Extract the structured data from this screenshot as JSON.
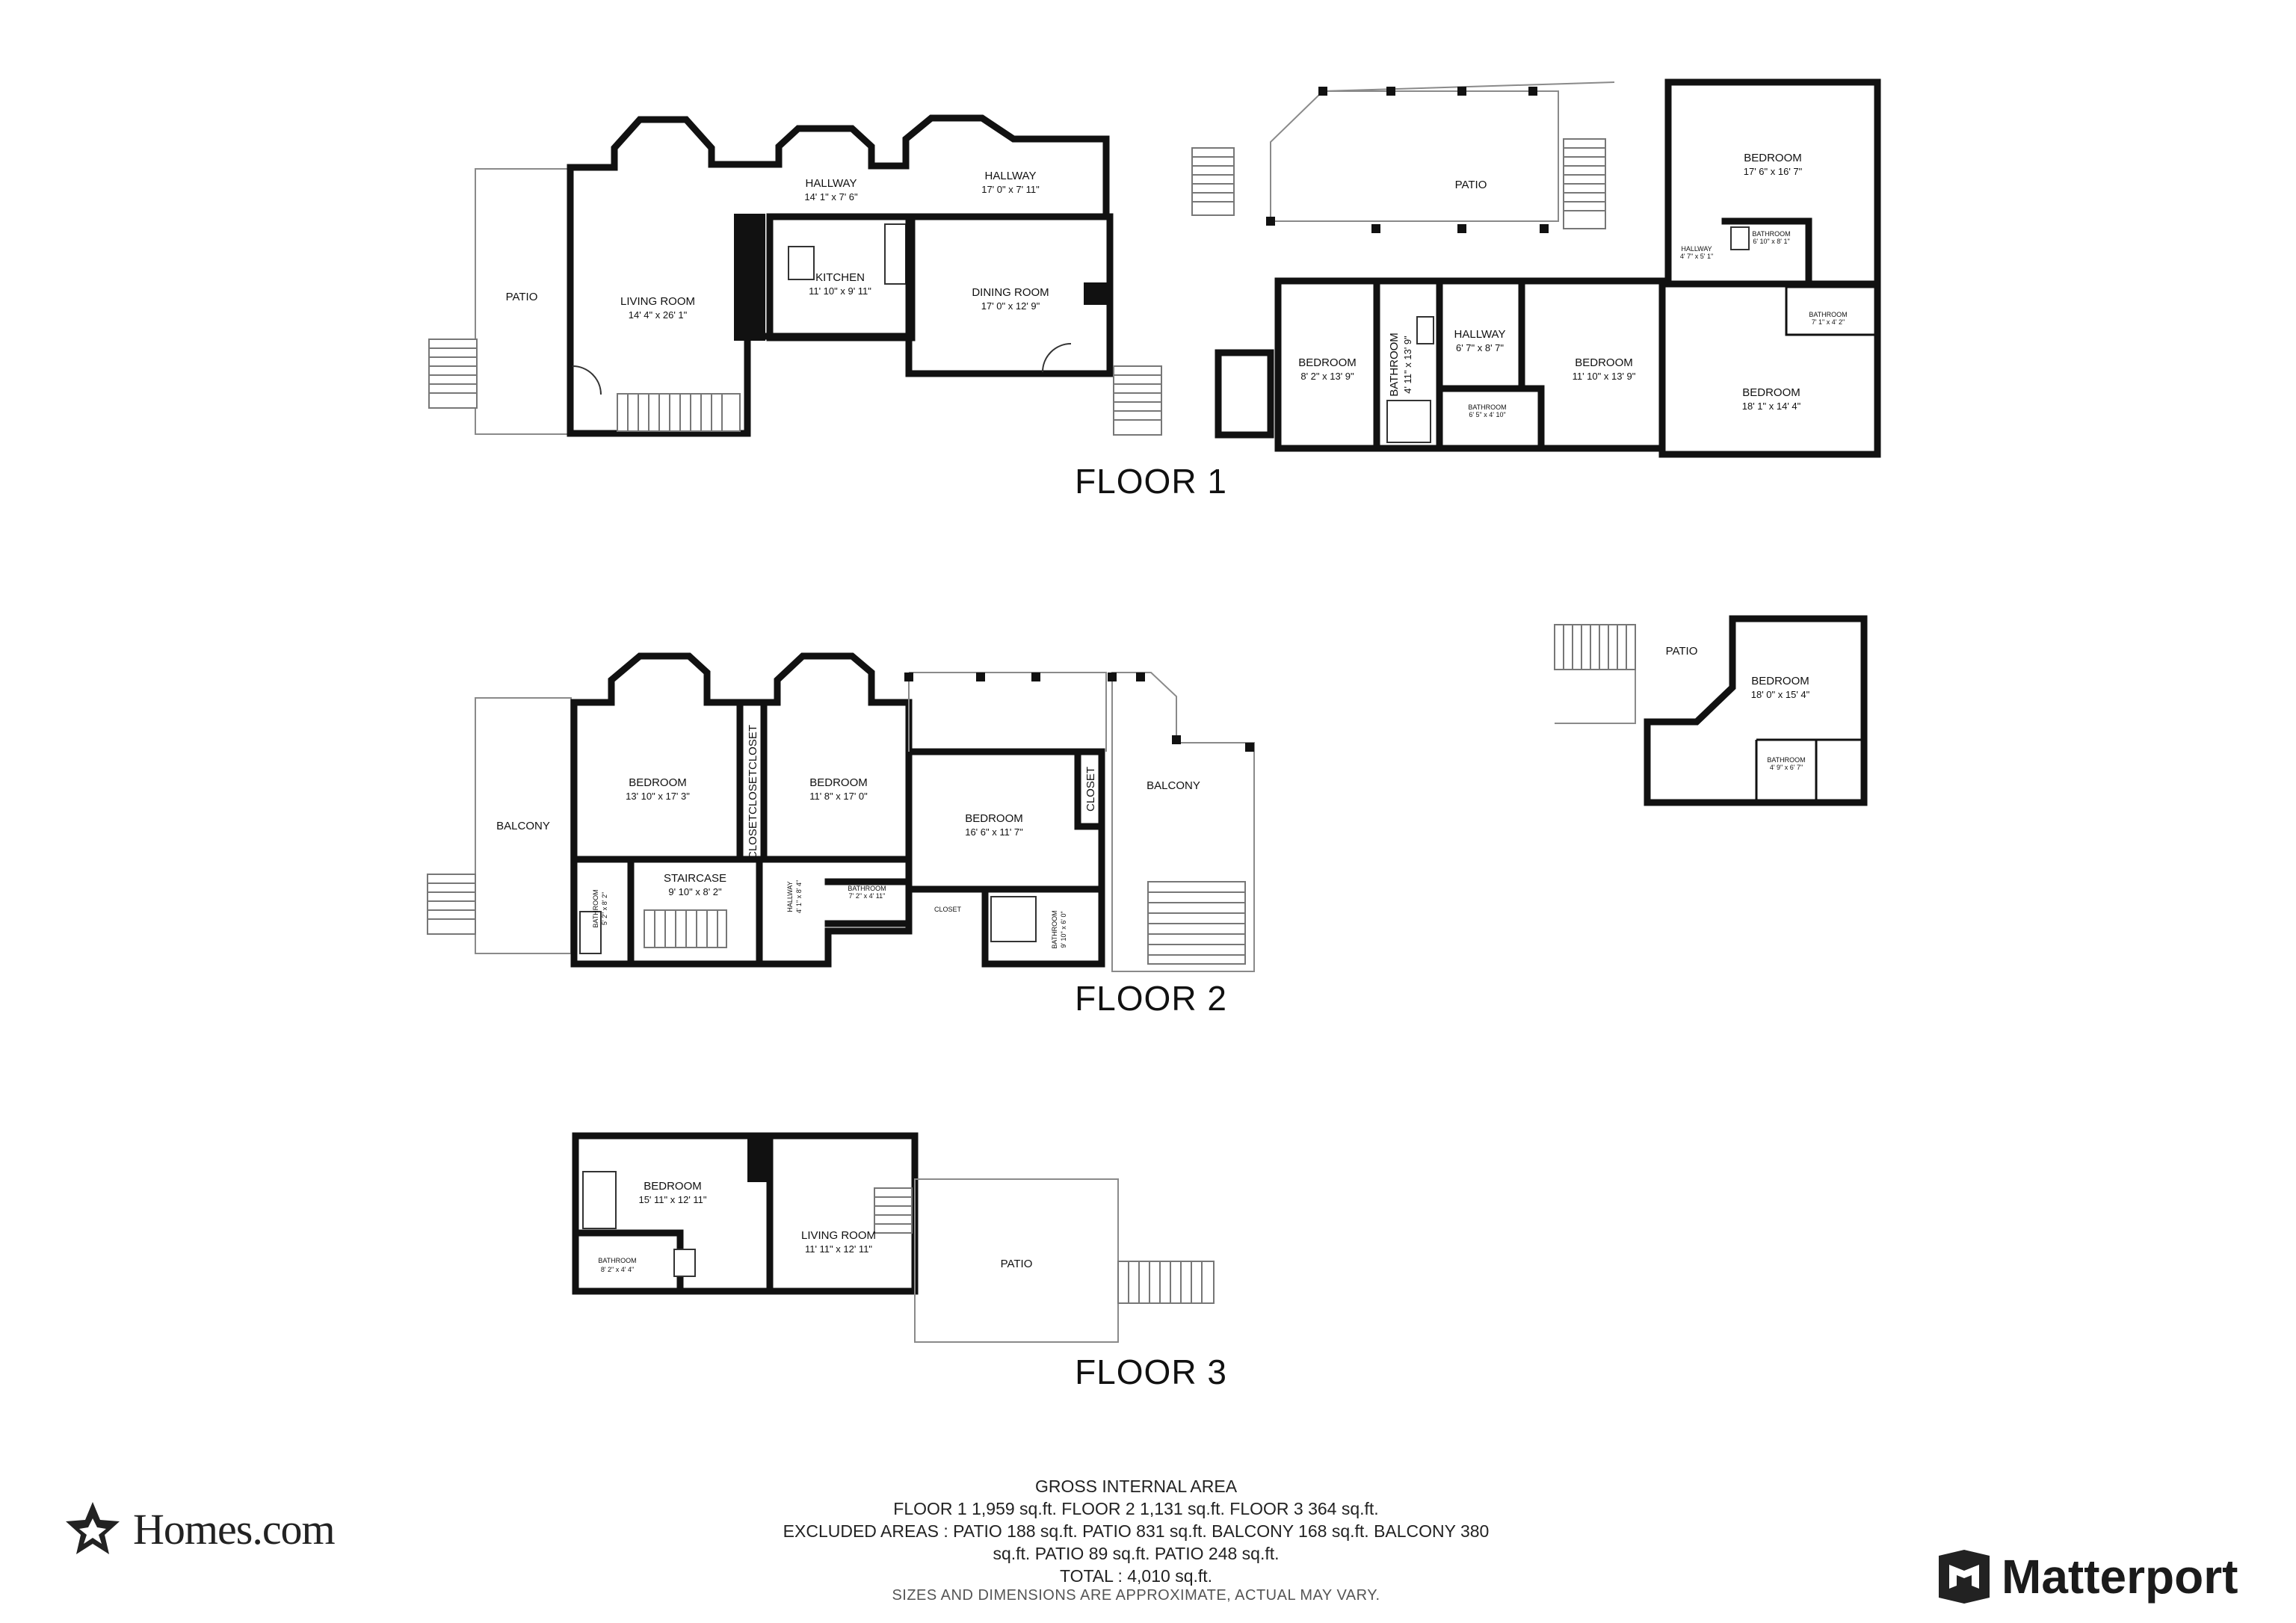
{
  "floors": [
    {
      "title": "FLOOR 1"
    },
    {
      "title": "FLOOR 2"
    },
    {
      "title": "FLOOR 3"
    }
  ],
  "rooms": {
    "f1": {
      "patio_west": {
        "name": "PATIO"
      },
      "living": {
        "name": "LIVING ROOM",
        "dim": "14' 4\" x 26' 1\""
      },
      "hallway_a": {
        "name": "HALLWAY",
        "dim": "14' 1\" x 7' 6\""
      },
      "kitchen": {
        "name": "KITCHEN",
        "dim": "11' 10\" x 9' 11\""
      },
      "hallway_b": {
        "name": "HALLWAY",
        "dim": "17' 0\" x 7' 11\""
      },
      "dining": {
        "name": "DINING ROOM",
        "dim": "17' 0\" x 12' 9\""
      },
      "patio_north": {
        "name": "PATIO"
      },
      "bedroom_a": {
        "name": "BEDROOM",
        "dim": "8' 2\" x 13' 9\""
      },
      "bathroom_a": {
        "name": "BATHROOM",
        "dim": "4' 11\" x 13' 9\""
      },
      "hallway_c": {
        "name": "HALLWAY",
        "dim": "6' 7\" x 8' 7\""
      },
      "bathroom_b": {
        "name": "BATHROOM",
        "dim": "6' 5\" x 4' 10\""
      },
      "bedroom_b": {
        "name": "BEDROOM",
        "dim": "11' 10\" x 13' 9\""
      },
      "bedroom_ne": {
        "name": "BEDROOM",
        "dim": "17' 6\" x 16' 7\""
      },
      "hallway_d": {
        "name": "HALLWAY",
        "dim": "4' 7\" x 5' 1\""
      },
      "bathroom_c": {
        "name": "BATHROOM",
        "dim": "6' 10\" x 8' 1\""
      },
      "bathroom_d": {
        "name": "BATHROOM",
        "dim": "7' 1\" x 4' 2\""
      },
      "bedroom_se": {
        "name": "BEDROOM",
        "dim": "18' 1\" x 14' 4\""
      },
      "patio_annex": {
        "name": "PATIO"
      },
      "bedroom_annex": {
        "name": "BEDROOM",
        "dim": "18' 0\" x 15' 4\""
      },
      "bathroom_annex": {
        "name": "BATHROOM",
        "dim": "4' 9\" x 6' 7\""
      }
    },
    "f2": {
      "balcony_west": {
        "name": "BALCONY"
      },
      "bedroom_a": {
        "name": "BEDROOM",
        "dim": "13' 10\" x 17' 3\""
      },
      "closet_a": {
        "name": "CLOSET"
      },
      "closet_b": {
        "name": "CLOSET"
      },
      "closet_c": {
        "name": "CLOSET"
      },
      "bedroom_b": {
        "name": "BEDROOM",
        "dim": "11' 8\" x 17' 0\""
      },
      "bedroom_c": {
        "name": "BEDROOM",
        "dim": "16' 6\" x 11' 7\""
      },
      "closet_d": {
        "name": "CLOSET"
      },
      "balcony_east": {
        "name": "BALCONY"
      },
      "bathroom_a": {
        "name": "BATHROOM",
        "dim": "5' 2\" x 8' 2\""
      },
      "staircase": {
        "name": "STAIRCASE",
        "dim": "9' 10\" x 8' 2\""
      },
      "hallway": {
        "name": "HALLWAY",
        "dim": "4' 1\" x 8' 4\""
      },
      "bathroom_b": {
        "name": "BATHROOM",
        "dim": "7' 2\" x 4' 11\""
      },
      "closet_e": {
        "name": "CLOSET"
      },
      "bathroom_c": {
        "name": "BATHROOM",
        "dim": "9' 10\" x 6' 0\""
      }
    },
    "f3": {
      "bedroom": {
        "name": "BEDROOM",
        "dim": "15' 11\" x 12' 11\""
      },
      "bathroom": {
        "name": "BATHROOM",
        "dim": "8' 2\" x 4' 4\""
      },
      "living": {
        "name": "LIVING ROOM",
        "dim": "11' 11\" x 12' 11\""
      },
      "patio": {
        "name": "PATIO"
      }
    }
  },
  "summary": {
    "heading": "GROSS INTERNAL AREA",
    "floor_line": "FLOOR 1 1,959 sq.ft.   FLOOR 2 1,131 sq.ft.   FLOOR 3 364 sq.ft.",
    "excluded_line1": "EXCLUDED AREAS :  PATIO 188 sq.ft.   PATIO 831 sq.ft.   BALCONY 168 sq.ft.   BALCONY 380",
    "excluded_line2": "sq.ft.   PATIO 89 sq.ft.   PATIO 248 sq.ft.",
    "total_line": "TOTAL :  4,010 sq.ft.",
    "disclaimer": "SIZES AND DIMENSIONS ARE APPROXIMATE, ACTUAL MAY VARY."
  },
  "logos": {
    "homes": {
      "text": "Homes.com",
      "icon": "homes-star-icon"
    },
    "matterport": {
      "text": "Matterport",
      "icon": "matterport-cube-icon"
    }
  }
}
